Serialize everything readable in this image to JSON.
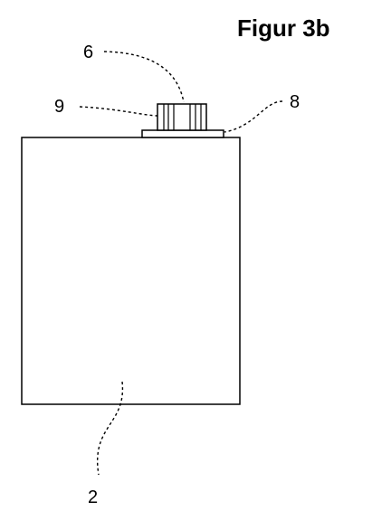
{
  "figure": {
    "title": "Figur 3b",
    "labels": {
      "container": "2",
      "cap": "6",
      "plate": "8",
      "ridges": "9"
    }
  }
}
